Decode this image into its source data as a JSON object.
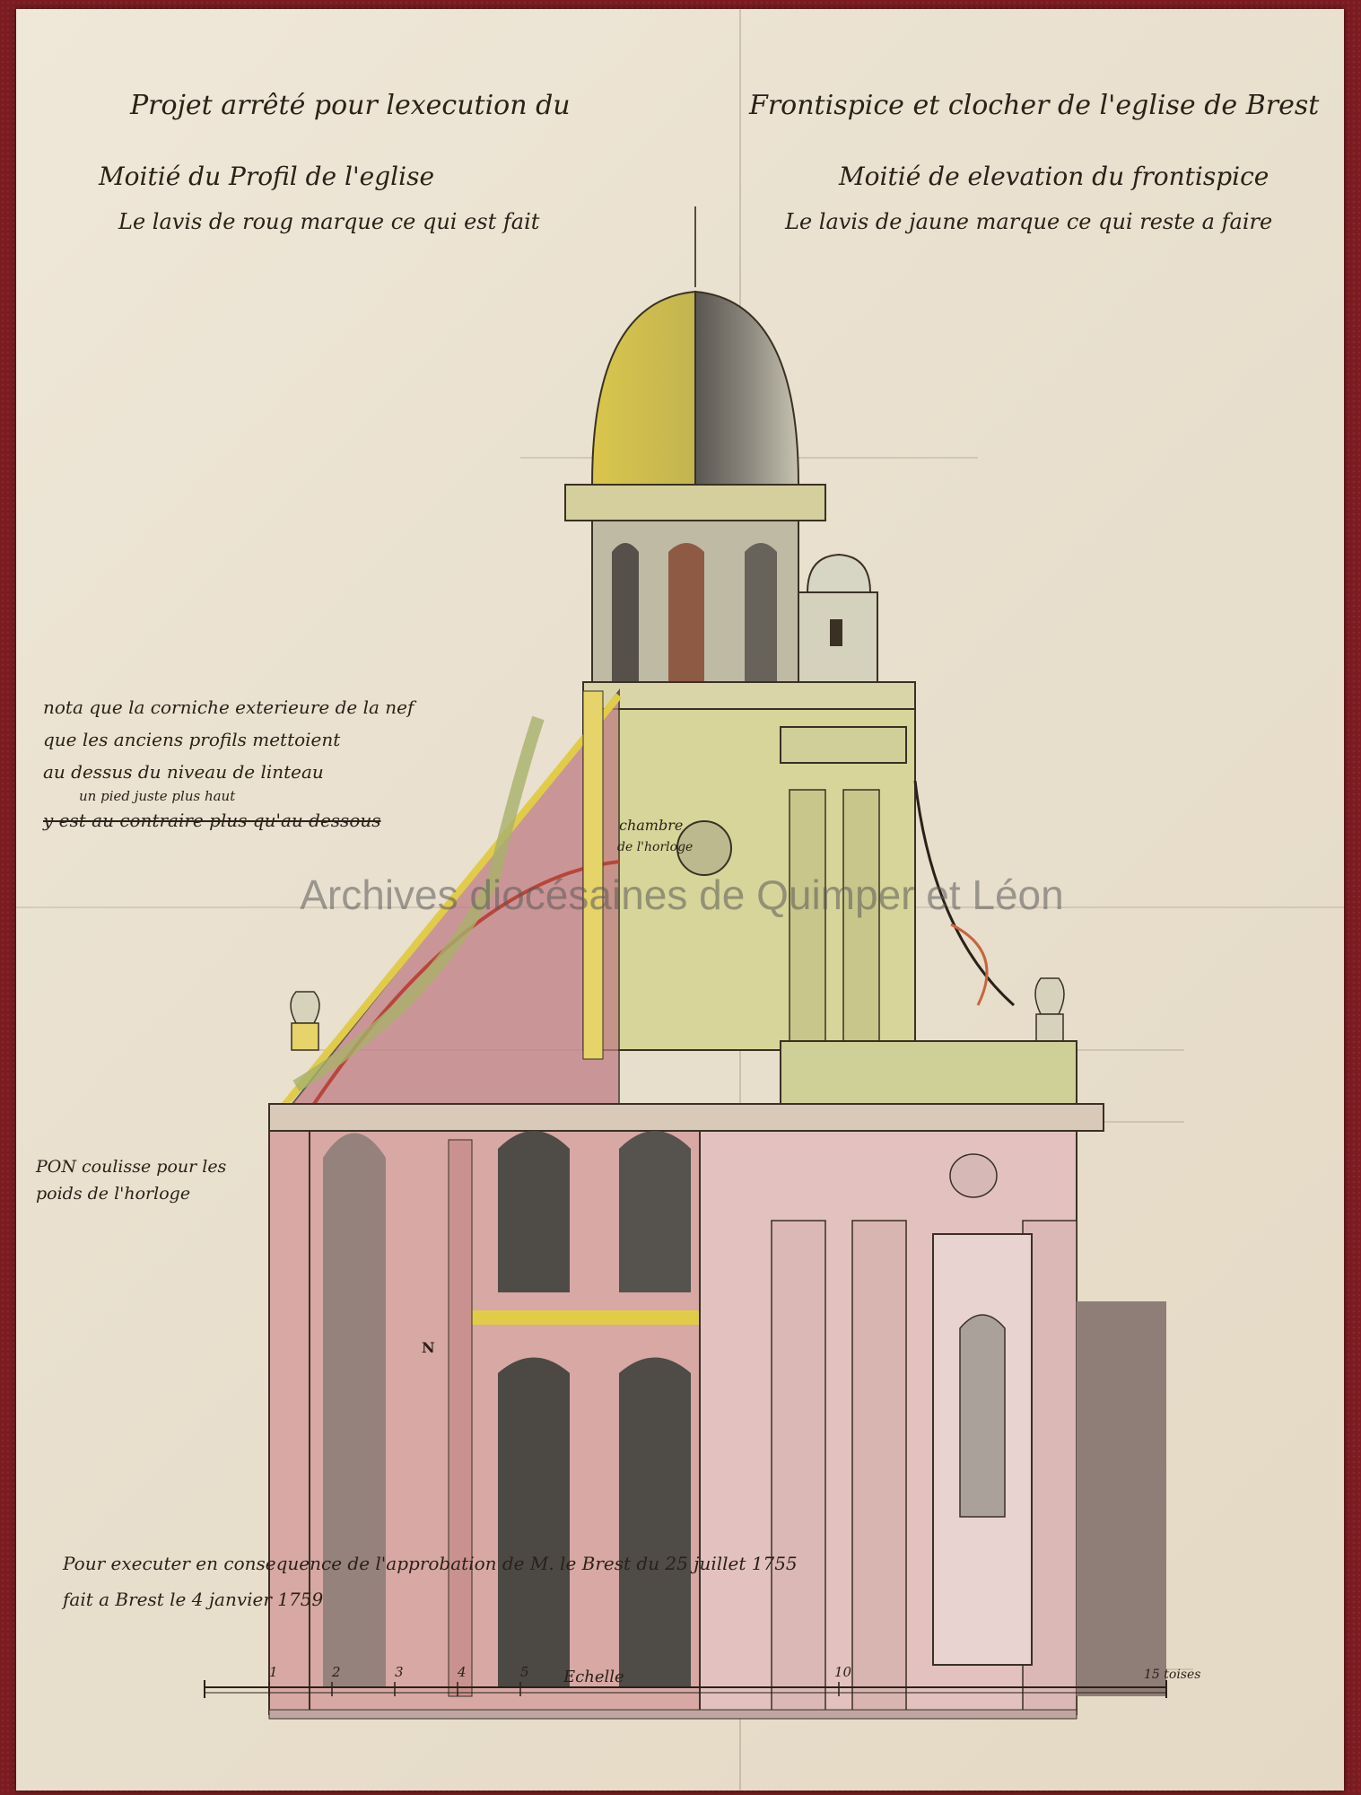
{
  "title": {
    "left": "Projet arrêté pour lexecution du",
    "right": "Frontispice et clocher de l'eglise de Brest"
  },
  "left_heading": "Moitié du Profil de l'eglise",
  "left_sub": "Le lavis de roug marque ce qui est fait",
  "right_heading": "Moitié de elevation du frontispice",
  "right_sub": "Le lavis de jaune marque ce qui reste a faire",
  "note": {
    "lines": [
      "nota que la corniche exterieure de la nef",
      "que les anciens profils mettoient",
      "au dessus du niveau de linteau",
      "un pied juste plus haut",
      "y est au contraire plus qu'au dessous"
    ]
  },
  "pon": [
    "PON coulisse pour les",
    "poids de l'horloge"
  ],
  "chambre": [
    "chambre",
    "de l'horloge"
  ],
  "marker_n": "N",
  "footer": {
    "line1": "Pour executer en consequence de l'approbation de M. le Brest du 25 juillet 1755",
    "line2": "fait a Brest le 4 janvier 1759"
  },
  "scale": {
    "label": "Echelle",
    "ticks": [
      "1",
      "2",
      "3",
      "4",
      "5",
      "10"
    ],
    "end": "15 toises"
  },
  "watermark": "Archives diocésaines de Quimper et Léon",
  "colors": {
    "paper": "#ebe2d1",
    "ink": "#2a2118",
    "pink_wash": "#d9a9a6",
    "yellow_wash": "#e6d36a",
    "grey_wash": "#7e7a72",
    "green_wash": "#cfd49a"
  }
}
